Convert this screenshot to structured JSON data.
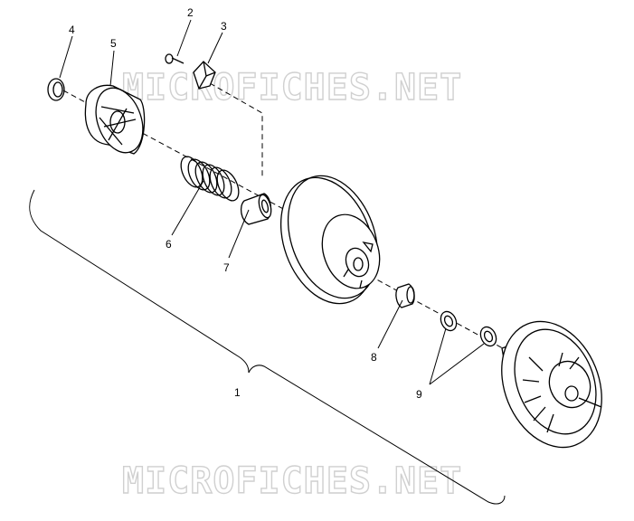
{
  "watermark": {
    "top": "MICROFICHES.NET",
    "bottom": "MICROFICHES.NET"
  },
  "callouts": {
    "c1": "1",
    "c2": "2",
    "c3": "3",
    "c4": "4",
    "c5": "5",
    "c6": "6",
    "c7": "7",
    "c8": "8",
    "c9": "9"
  },
  "parts_shown": [
    "snap-ring",
    "spider-cover",
    "spring",
    "bushing",
    "screw",
    "roller-weight",
    "moveable-sheave",
    "spacer",
    "washers",
    "fixed-sheave"
  ]
}
